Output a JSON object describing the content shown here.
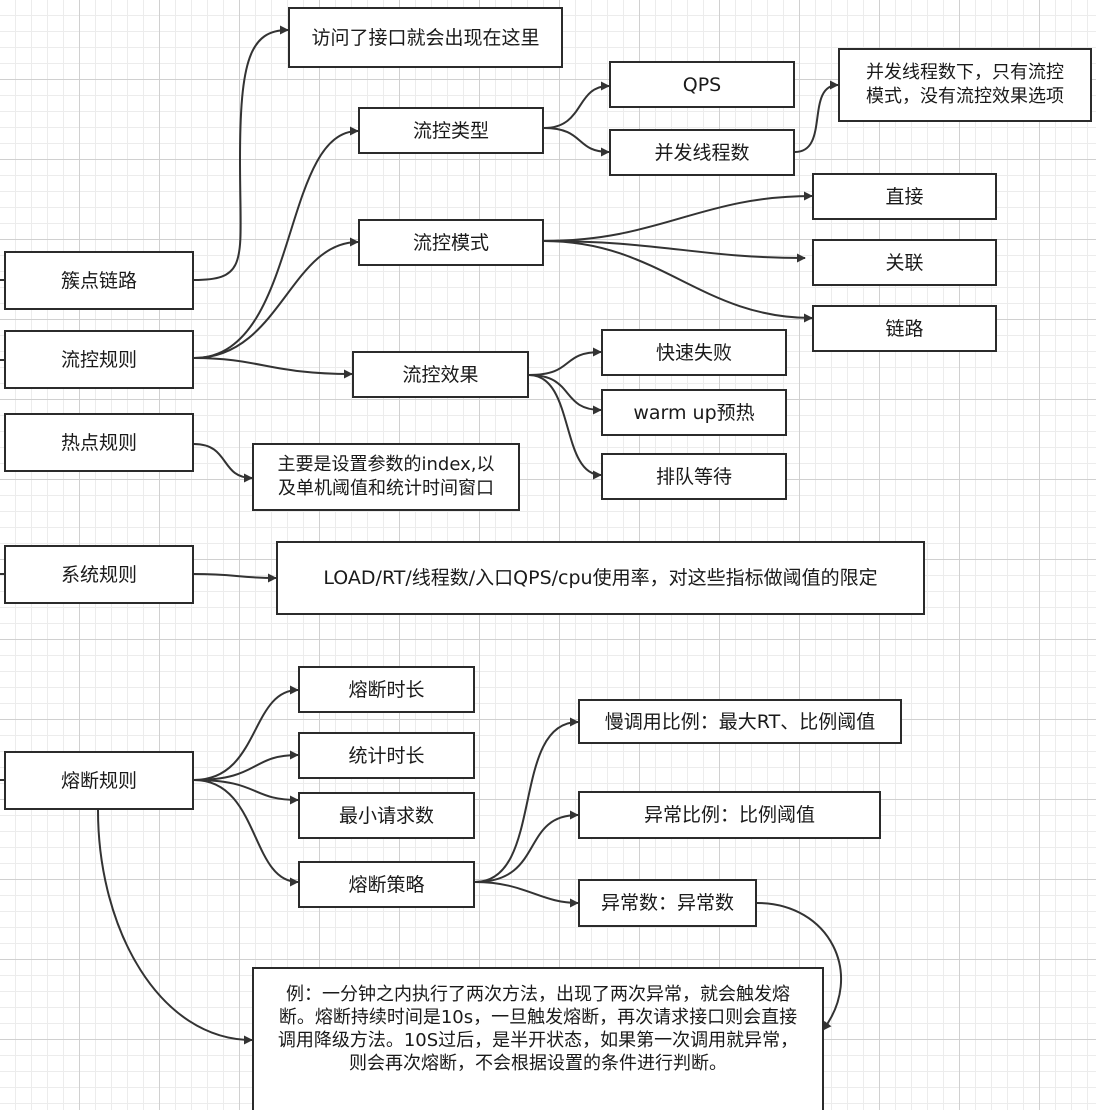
{
  "nodes": {
    "cluster_chain": "簇点链路",
    "flow_rule": "流控规则",
    "hotspot_rule": "热点规则",
    "system_rule": "系统规则",
    "circuit_rule": "熔断规则",
    "api_note": "访问了接口就会出现在这里",
    "flow_type": "流控类型",
    "flow_mode": "流控模式",
    "flow_effect": "流控效果",
    "qps": "QPS",
    "concurrent_threads": "并发线程数",
    "concurrent_note": "并发线程数下，只有流控\n模式，没有流控效果选项",
    "direct": "直接",
    "association": "关联",
    "link": "链路",
    "fast_fail": "快速失败",
    "warm_up": "warm up预热",
    "queue_wait": "排队等待",
    "hotspot_note": "主要是设置参数的index,以\n及单机阈值和统计时间窗口",
    "system_note": "LOAD/RT/线程数/入口QPS/cpu使用率，对这些指标做阈值的限定",
    "break_duration": "熔断时长",
    "stat_duration": "统计时长",
    "min_requests": "最小请求数",
    "break_strategy": "熔断策略",
    "slow_call_ratio": "慢调用比例：最大RT、比例阈值",
    "error_ratio": "异常比例：比例阈值",
    "error_count": "异常数：异常数",
    "example_note": "例：一分钟之内执行了两次方法，出现了两次异常，就会触发熔断。熔断持续时间是10s，一旦触发熔断，再次请求接口则会直接调用降级方法。10S过后，是半开状态，如果第一次调用就异常，则会再次熔断，不会根据设置的条件进行判断。"
  }
}
